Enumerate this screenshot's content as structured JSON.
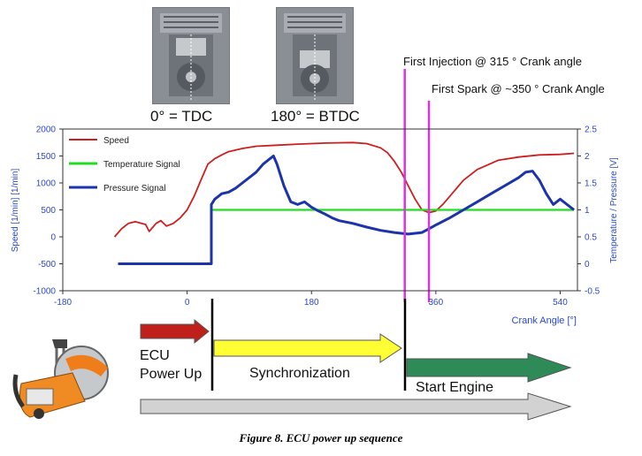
{
  "photos": [
    {
      "label": "0° = TDC"
    },
    {
      "label": "180° = BTDC"
    }
  ],
  "annotations": {
    "injection": "First Injection @ 315 ° Crank angle",
    "spark": "First Spark @ ~350 ° Crank Angle"
  },
  "sequence": {
    "ecu_line1": "ECU",
    "ecu_line2": "Power Up",
    "sync": "Synchronization",
    "start": "Start Engine"
  },
  "colors": {
    "speed": "#cc1f1f",
    "temperature": "#22dd22",
    "pressure": "#1c33aa",
    "marker": "#dd33dd",
    "axis_text": "#2a48c8",
    "arrow_red": "#c0201a",
    "arrow_yellow": "#ffff33",
    "arrow_green": "#2e8b57",
    "arrow_gray": "#d2d2d2"
  },
  "caption": "Figure 8. ECU power up sequence",
  "chart_data": {
    "type": "line",
    "xlabel": "Crank Angle [°]",
    "ylabel": "Speed [1/min] [1/min]",
    "y2label": "Temperature / Pressure [V]",
    "xlim": [
      -180,
      565
    ],
    "ylim": [
      -1000,
      2000
    ],
    "y2lim": [
      -0.5,
      2.5
    ],
    "xticks": [
      -180,
      0,
      180,
      360,
      540
    ],
    "yticks": [
      -1000,
      -500,
      0,
      500,
      1000,
      1500,
      2000
    ],
    "y2ticks": [
      -0.5,
      0,
      0.5,
      1,
      1.5,
      2,
      2.5
    ],
    "grid": false,
    "legend_position": "top-left",
    "markers": [
      {
        "x": 315
      },
      {
        "x": 350
      }
    ],
    "series": [
      {
        "name": "Speed",
        "axis": "left",
        "x": [
          -105,
          -95,
          -85,
          -75,
          -60,
          -55,
          -45,
          -38,
          -30,
          -20,
          -10,
          0,
          10,
          20,
          30,
          40,
          50,
          60,
          80,
          100,
          130,
          160,
          200,
          240,
          260,
          280,
          290,
          300,
          310,
          320,
          330,
          340,
          350,
          360,
          370,
          380,
          400,
          420,
          450,
          480,
          510,
          540,
          560
        ],
        "y": [
          0,
          150,
          250,
          280,
          230,
          100,
          250,
          300,
          200,
          250,
          350,
          500,
          750,
          1050,
          1350,
          1450,
          1520,
          1580,
          1640,
          1680,
          1700,
          1720,
          1740,
          1750,
          1730,
          1650,
          1560,
          1400,
          1200,
          950,
          700,
          500,
          450,
          480,
          600,
          750,
          1050,
          1250,
          1420,
          1480,
          1520,
          1530,
          1550
        ]
      },
      {
        "name": "Temperature Signal",
        "axis": "right",
        "x": [
          35,
          560
        ],
        "y": [
          1.0,
          1.0
        ]
      },
      {
        "name": "Pressure Signal",
        "axis": "right",
        "x": [
          -100,
          35,
          35,
          40,
          45,
          50,
          60,
          70,
          80,
          90,
          100,
          110,
          120,
          125,
          130,
          140,
          150,
          160,
          170,
          180,
          190,
          200,
          210,
          220,
          240,
          260,
          280,
          300,
          320,
          340,
          350,
          360,
          380,
          400,
          420,
          440,
          460,
          480,
          490,
          500,
          510,
          520,
          530,
          540,
          545,
          560
        ],
        "y": [
          0,
          0,
          1.1,
          1.2,
          1.25,
          1.3,
          1.33,
          1.4,
          1.5,
          1.6,
          1.7,
          1.85,
          1.95,
          2.0,
          1.85,
          1.45,
          1.15,
          1.1,
          1.15,
          1.05,
          0.98,
          0.92,
          0.85,
          0.8,
          0.75,
          0.68,
          0.62,
          0.58,
          0.55,
          0.58,
          0.65,
          0.72,
          0.85,
          1.0,
          1.15,
          1.3,
          1.45,
          1.6,
          1.7,
          1.72,
          1.55,
          1.3,
          1.1,
          1.2,
          1.15,
          1.0
        ]
      }
    ]
  }
}
